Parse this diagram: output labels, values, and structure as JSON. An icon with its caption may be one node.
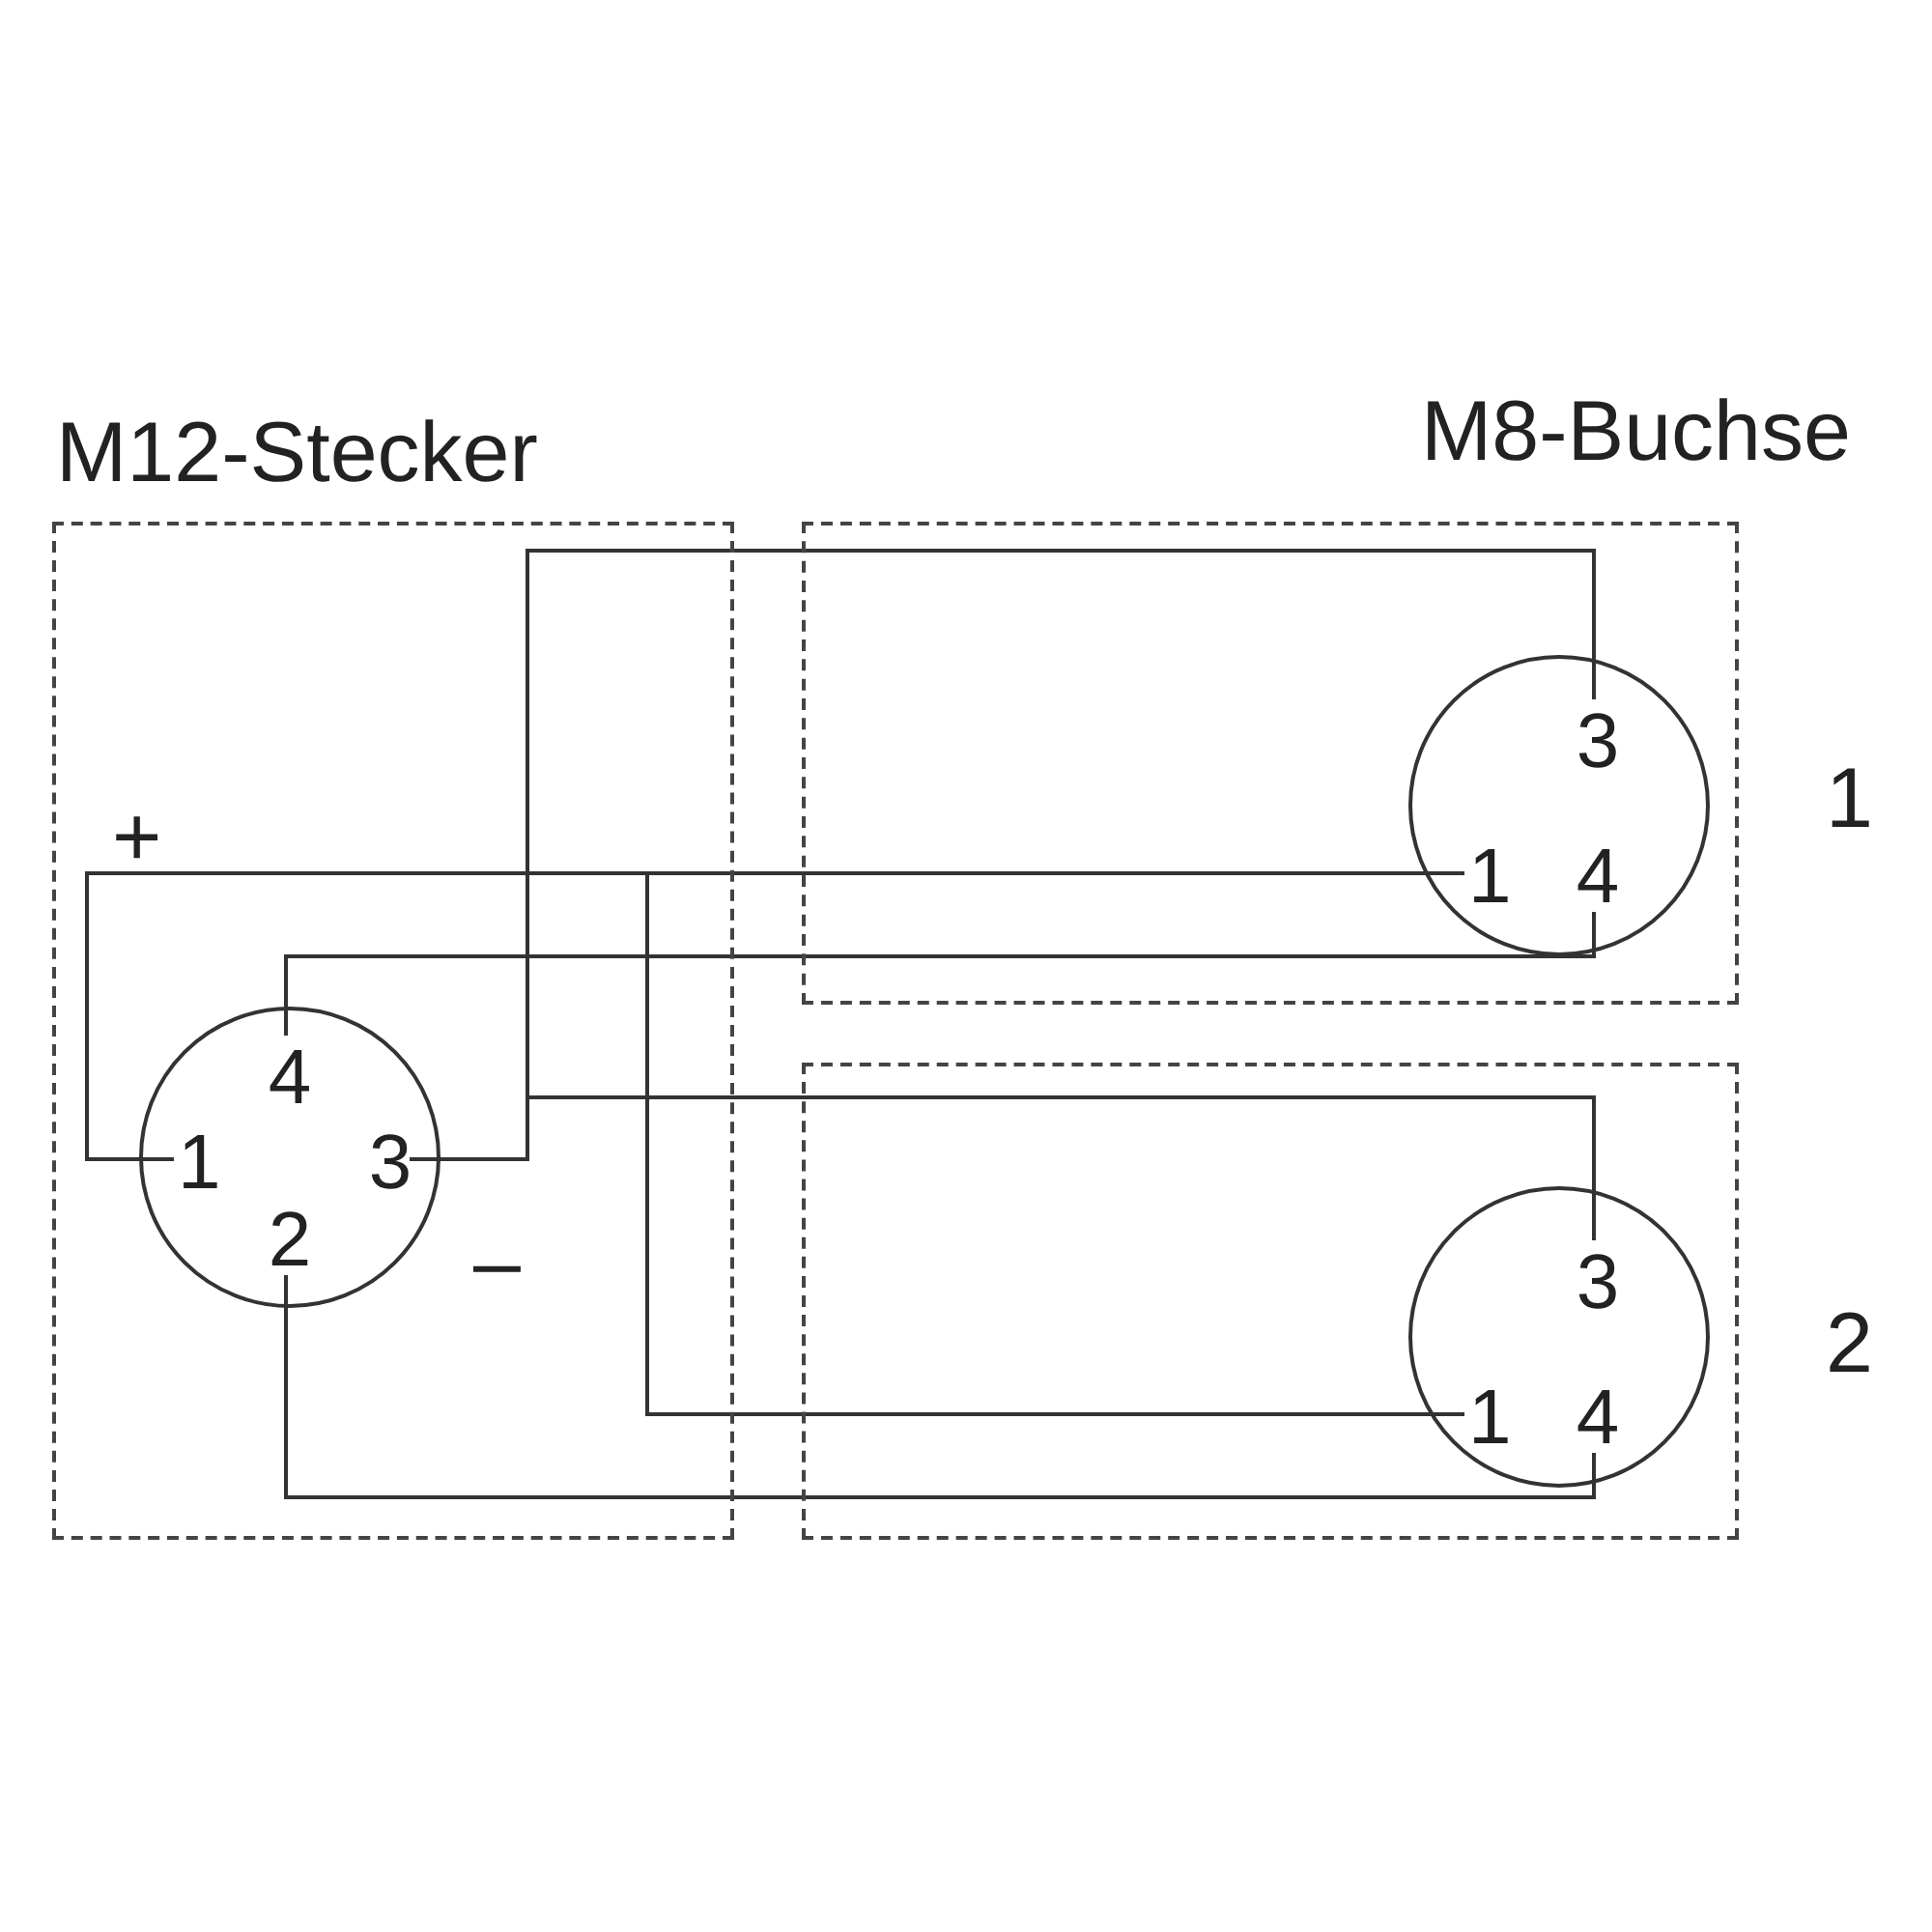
{
  "diagram": {
    "nodes": [
      {
        "text": [
          "M12-Stecker"
        ]
      },
      {
        "text": [],
        "shape": "circle",
        "in": 0
      },
      {
        "text": [
          "4"
        ],
        "in": 1
      },
      {
        "text": [
          "1"
        ],
        "in": 1
      },
      {
        "text": [
          "3"
        ],
        "in": 1
      },
      {
        "text": [
          "2"
        ],
        "in": 1
      },
      {
        "text": [],
        "shape": "box",
        "beside": [
          "1"
        ]
      },
      {
        "text": [],
        "shape": "circle",
        "in": 6
      },
      {
        "text": [
          "3"
        ],
        "in": 7
      },
      {
        "text": [
          "1"
        ],
        "in": 7
      },
      {
        "text": [
          "4"
        ],
        "in": 7
      },
      {
        "text": [],
        "shape": "box",
        "beside": [
          "2"
        ]
      },
      {
        "text": [],
        "shape": "circle",
        "in": 11
      },
      {
        "text": [
          "3"
        ],
        "in": 12
      },
      {
        "text": [
          "1"
        ],
        "in": 12
      },
      {
        "text": [
          "4"
        ],
        "in": 12
      }
    ],
    "edges": [
      {
        "from": 3,
        "to": 9,
        "arrow": "none"
      },
      {
        "from": 3,
        "to": 14,
        "arrow": "none"
      },
      {
        "from": 2,
        "to": 10,
        "arrow": "none"
      },
      {
        "from": 4,
        "to": 8,
        "arrow": "none"
      },
      {
        "from": 4,
        "to": 13,
        "arrow": "none"
      },
      {
        "from": 5,
        "to": 15,
        "arrow": "none"
      }
    ],
    "labels": [
      "M8-Buchse",
      "+",
      "–"
    ]
  }
}
